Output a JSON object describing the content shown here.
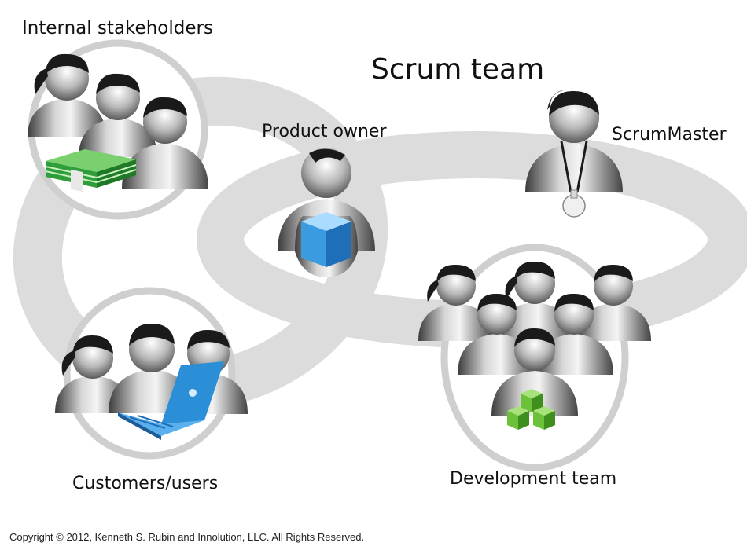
{
  "diagram": {
    "title": "Scrum team",
    "groups": {
      "internal_stakeholders": "Internal stakeholders",
      "product_owner": "Product owner",
      "scrummaster": "ScrumMaster",
      "customers_users": "Customers/users",
      "development_team": "Development team"
    },
    "icons": {
      "money": "money-stack-icon",
      "product": "product-cube-icon",
      "whistle": "whistle-icon",
      "laptop": "laptop-icon",
      "blocks": "green-blocks-icon"
    }
  },
  "footer": {
    "copyright": "Copyright © 2012, Kenneth S. Rubin and Innolution, LLC. All Rights Reserved."
  },
  "colors": {
    "ring": "#dcdcdc",
    "hair": "#1a1a1a",
    "money": "#2f9e3a",
    "cube": "#3b9be0",
    "laptop": "#2b8fd8",
    "blocks": "#6cc13a"
  }
}
